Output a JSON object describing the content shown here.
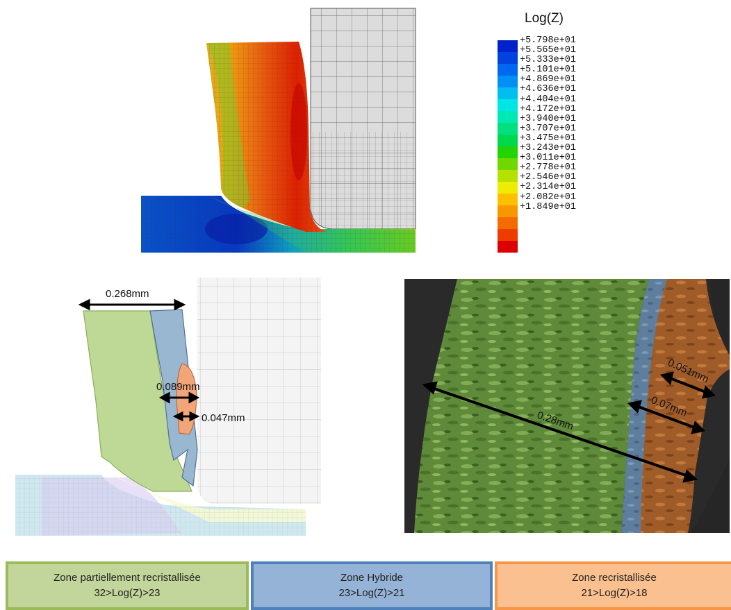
{
  "legend": {
    "title": "Log(Z)",
    "colors": [
      "#0022cc",
      "#0044e0",
      "#0068ef",
      "#0090f5",
      "#00bff0",
      "#00e5e5",
      "#00e8b4",
      "#00e080",
      "#00d84c",
      "#22d400",
      "#70d800",
      "#b6e000",
      "#eeec00",
      "#fcc000",
      "#f89800",
      "#f46c00",
      "#ec3c00",
      "#dd0000"
    ],
    "values": [
      "+5.798e+01",
      "+5.565e+01",
      "+5.333e+01",
      "+5.101e+01",
      "+4.869e+01",
      "+4.636e+01",
      "+4.404e+01",
      "+4.172e+01",
      "+3.940e+01",
      "+3.707e+01",
      "+3.475e+01",
      "+3.243e+01",
      "+3.011e+01",
      "+2.778e+01",
      "+2.546e+01",
      "+2.314e+01",
      "+2.082e+01",
      "+1.849e+01"
    ]
  },
  "annotations": {
    "total_width": "0.268mm",
    "hybrid_width": "0.089mm",
    "recryst_width": "0.047mm"
  },
  "micrograph": {
    "total_width": "0.28mm",
    "hybrid_width": "0.07mm",
    "recryst_width": "0.051mm"
  },
  "zones": [
    {
      "name": "Zone partiellement recristallisée",
      "range": "32>Log(Z)>23",
      "color": "#c2d69b"
    },
    {
      "name": "Zone Hybride",
      "range": "23>Log(Z)>21",
      "color": "#95b3d7"
    },
    {
      "name": "Zone recristallisée",
      "range": "21>Log(Z)>18",
      "color": "#fac090"
    }
  ]
}
